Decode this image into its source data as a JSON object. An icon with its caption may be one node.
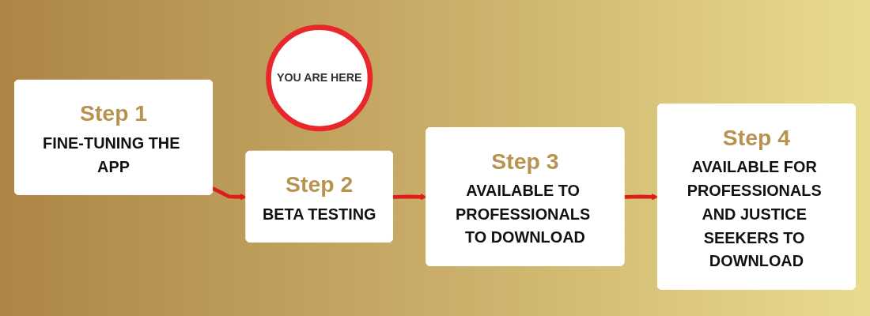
{
  "diagram": {
    "nodes": [
      {
        "text": [
          "Step 1",
          "FINE-TUNING THE APP"
        ]
      },
      {
        "text": [
          "Step 2",
          "BETA TESTING"
        ]
      },
      {
        "text": [
          "Step 3",
          "AVAILABLE TO PROFESSIONALS TO DOWNLOAD"
        ]
      },
      {
        "text": [
          "Step 4",
          "AVAILABLE FOR PROFESSIONALS AND JUSTICE SEEKERS TO DOWNLOAD"
        ]
      },
      {
        "text": [
          "YOU ARE HERE"
        ]
      }
    ],
    "edges": [
      {
        "from": 0,
        "to": 1,
        "arrow": "to"
      },
      {
        "from": 1,
        "to": 2,
        "arrow": "to"
      },
      {
        "from": 2,
        "to": 3,
        "arrow": "to"
      }
    ]
  }
}
